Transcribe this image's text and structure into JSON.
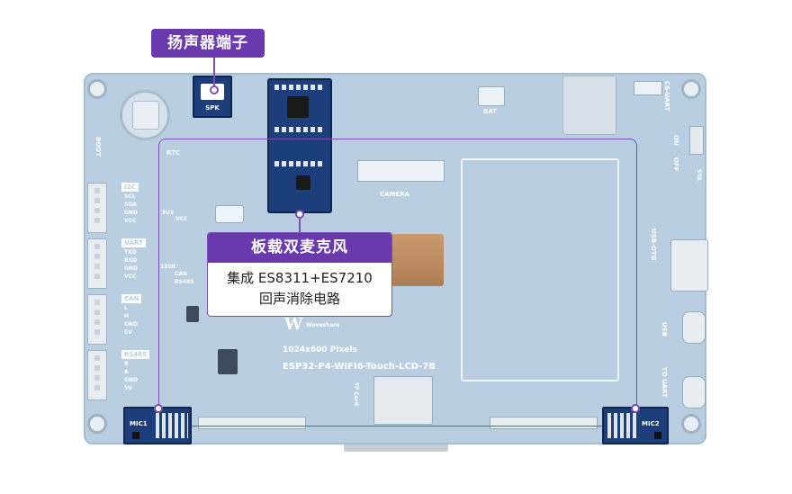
{
  "callouts": {
    "speaker_label": "扬声器端子",
    "mic_label": "板载双麦克风",
    "mic_note_line1": "集成 ES8311+ES7210",
    "mic_note_line2": "回声消除电路"
  },
  "board": {
    "spk": "SPK",
    "rtc": "RTC",
    "bat": "BAT",
    "camera": "CAMERA",
    "brand": "Waveshare",
    "resolution": "1024x600 Pixels",
    "model": "ESP32-P4-WIFI6-Touch-LCD-7B",
    "mic1": "MIC1",
    "mic2": "MIC2",
    "tf_card": "TF Card",
    "c6_uart": "C6-UART",
    "on": "ON",
    "off": "OFF",
    "usb_otg": "USB-OTG",
    "usb": "USB",
    "to_uart": "TO UART",
    "vcc_3v3": "3V3",
    "vcc": "VCC",
    "can_120r": "120R",
    "can_small": "CAN",
    "rs485_small": "RS485",
    "boot": "BOOT",
    "sta": "STA"
  },
  "interfaces": [
    {
      "name": "I2C",
      "pins": "SCL\nSDA\nGND\nVCC"
    },
    {
      "name": "UART",
      "pins": "TXD\nRXD\nGND\nVCC"
    },
    {
      "name": "CAN",
      "pins": "L\nH\nGND\n5V"
    },
    {
      "name": "RS485",
      "pins": "B\nA\nGND\n5V"
    }
  ],
  "colors": {
    "board": "#b9cfe1",
    "callout_purple": "#6a39ad",
    "mic_module": "#1c3e7a"
  }
}
